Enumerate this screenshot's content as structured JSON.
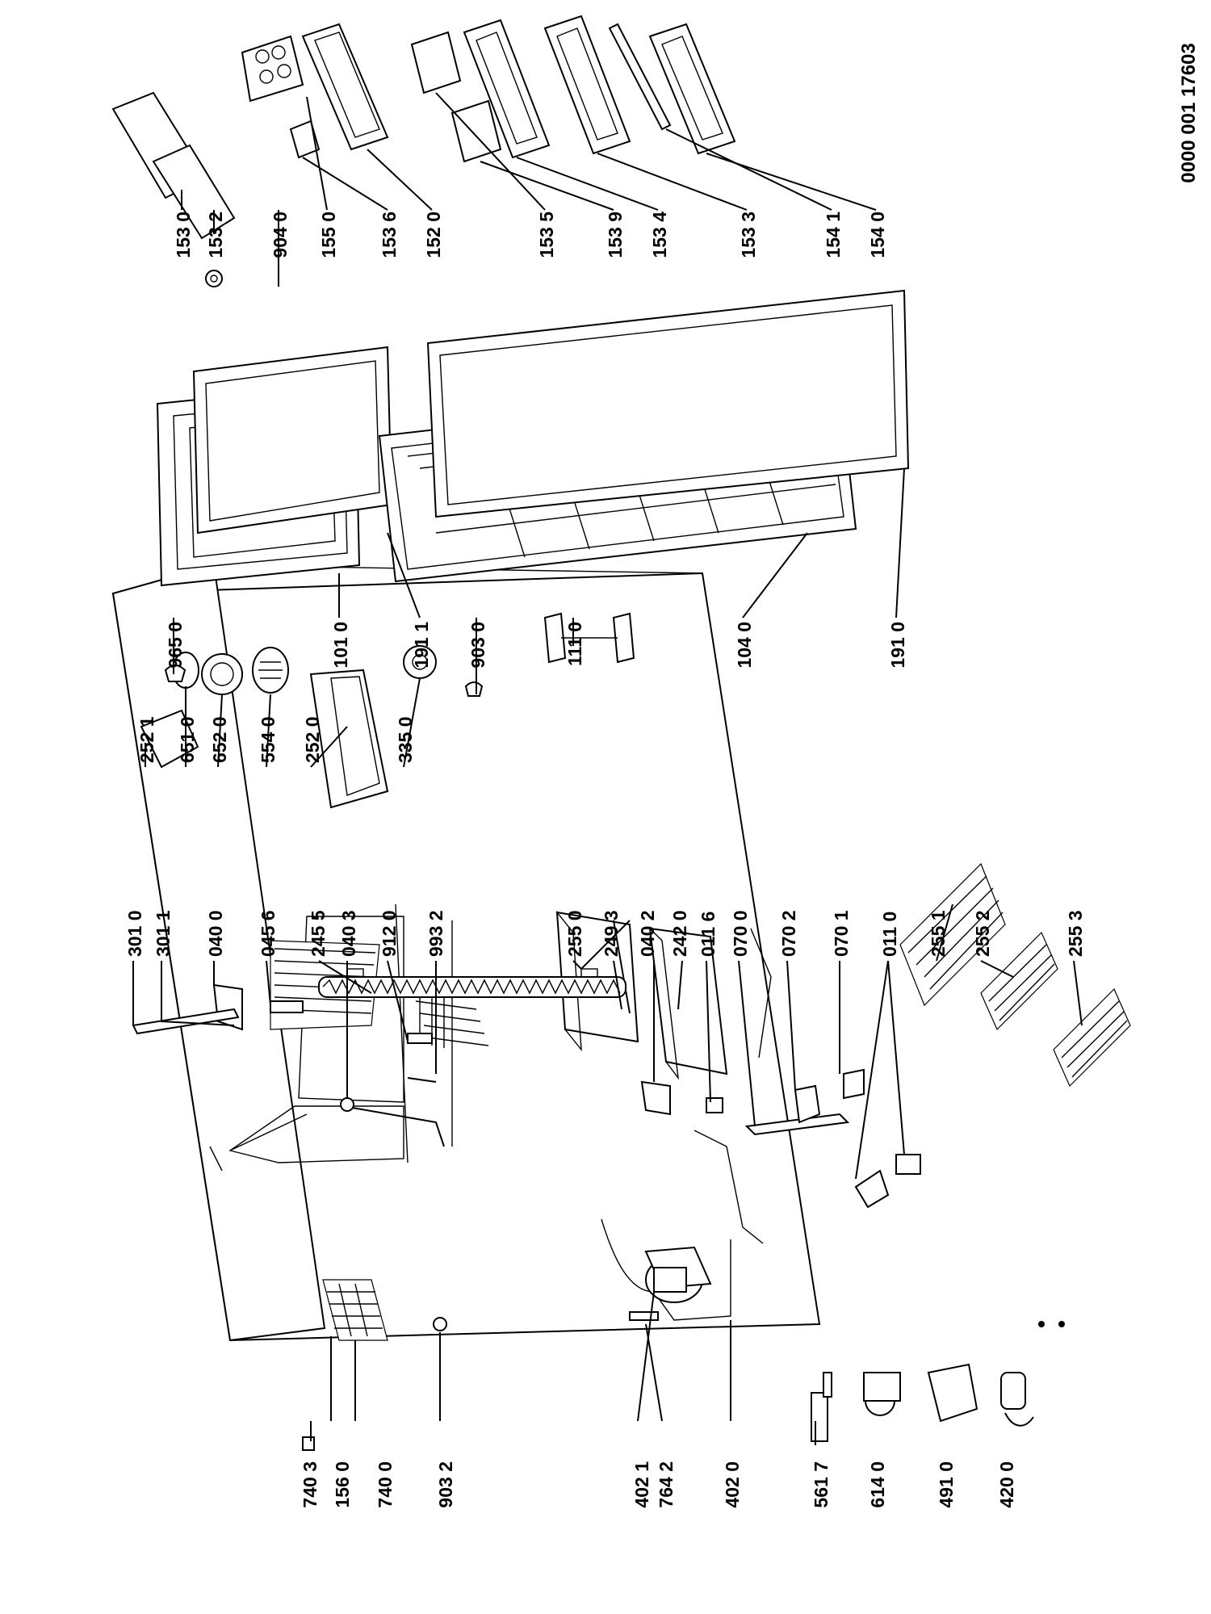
{
  "document_number": "0000 001 17603",
  "colors": {
    "ink": "#000000",
    "paper": "#ffffff"
  },
  "labels": {
    "p7403": "740 3",
    "p1560": "156 0",
    "p7400": "740 0",
    "p9032": "903 2",
    "p4021": "402 1",
    "p7642": "764 2",
    "p4020": "402 0",
    "p5617": "561 7",
    "p6140": "614 0",
    "p4910": "491 0",
    "p4200": "420 0",
    "p3010": "301 0",
    "p3011": "301 1",
    "p0400": "040 0",
    "p0456": "045 6",
    "p2455": "245 5",
    "p0403": "040 3",
    "p9120": "912 0",
    "p9932": "993 2",
    "p2550": "255 0",
    "p2493": "249 3",
    "p0402": "040 2",
    "p2420": "242 0",
    "p0116": "011 6",
    "p0700": "070 0",
    "p0702": "070 2",
    "p0701": "070 1",
    "p0110": "011 0",
    "p2551": "255 1",
    "p2552": "255 2",
    "p2553": "255 3",
    "p2521": "252 1",
    "p6510": "651 0",
    "p6520": "652 0",
    "p5540": "554 0",
    "p2520": "252 0",
    "p3350": "335 0",
    "p9650": "965 0",
    "p1010": "101 0",
    "p1911": "191 1",
    "p9030": "903 0",
    "p1110": "111 0",
    "p1040": "104 0",
    "p1910": "191 0",
    "p1530": "153 0",
    "p1532": "153 2",
    "p9040": "904 0",
    "p1550": "155 0",
    "p1536": "153 6",
    "p1520": "152 0",
    "p1535": "153 5",
    "p1539": "153 9",
    "p1534": "153 4",
    "p1533": "153 3",
    "p1541": "154 1",
    "p1540": "154 0"
  }
}
